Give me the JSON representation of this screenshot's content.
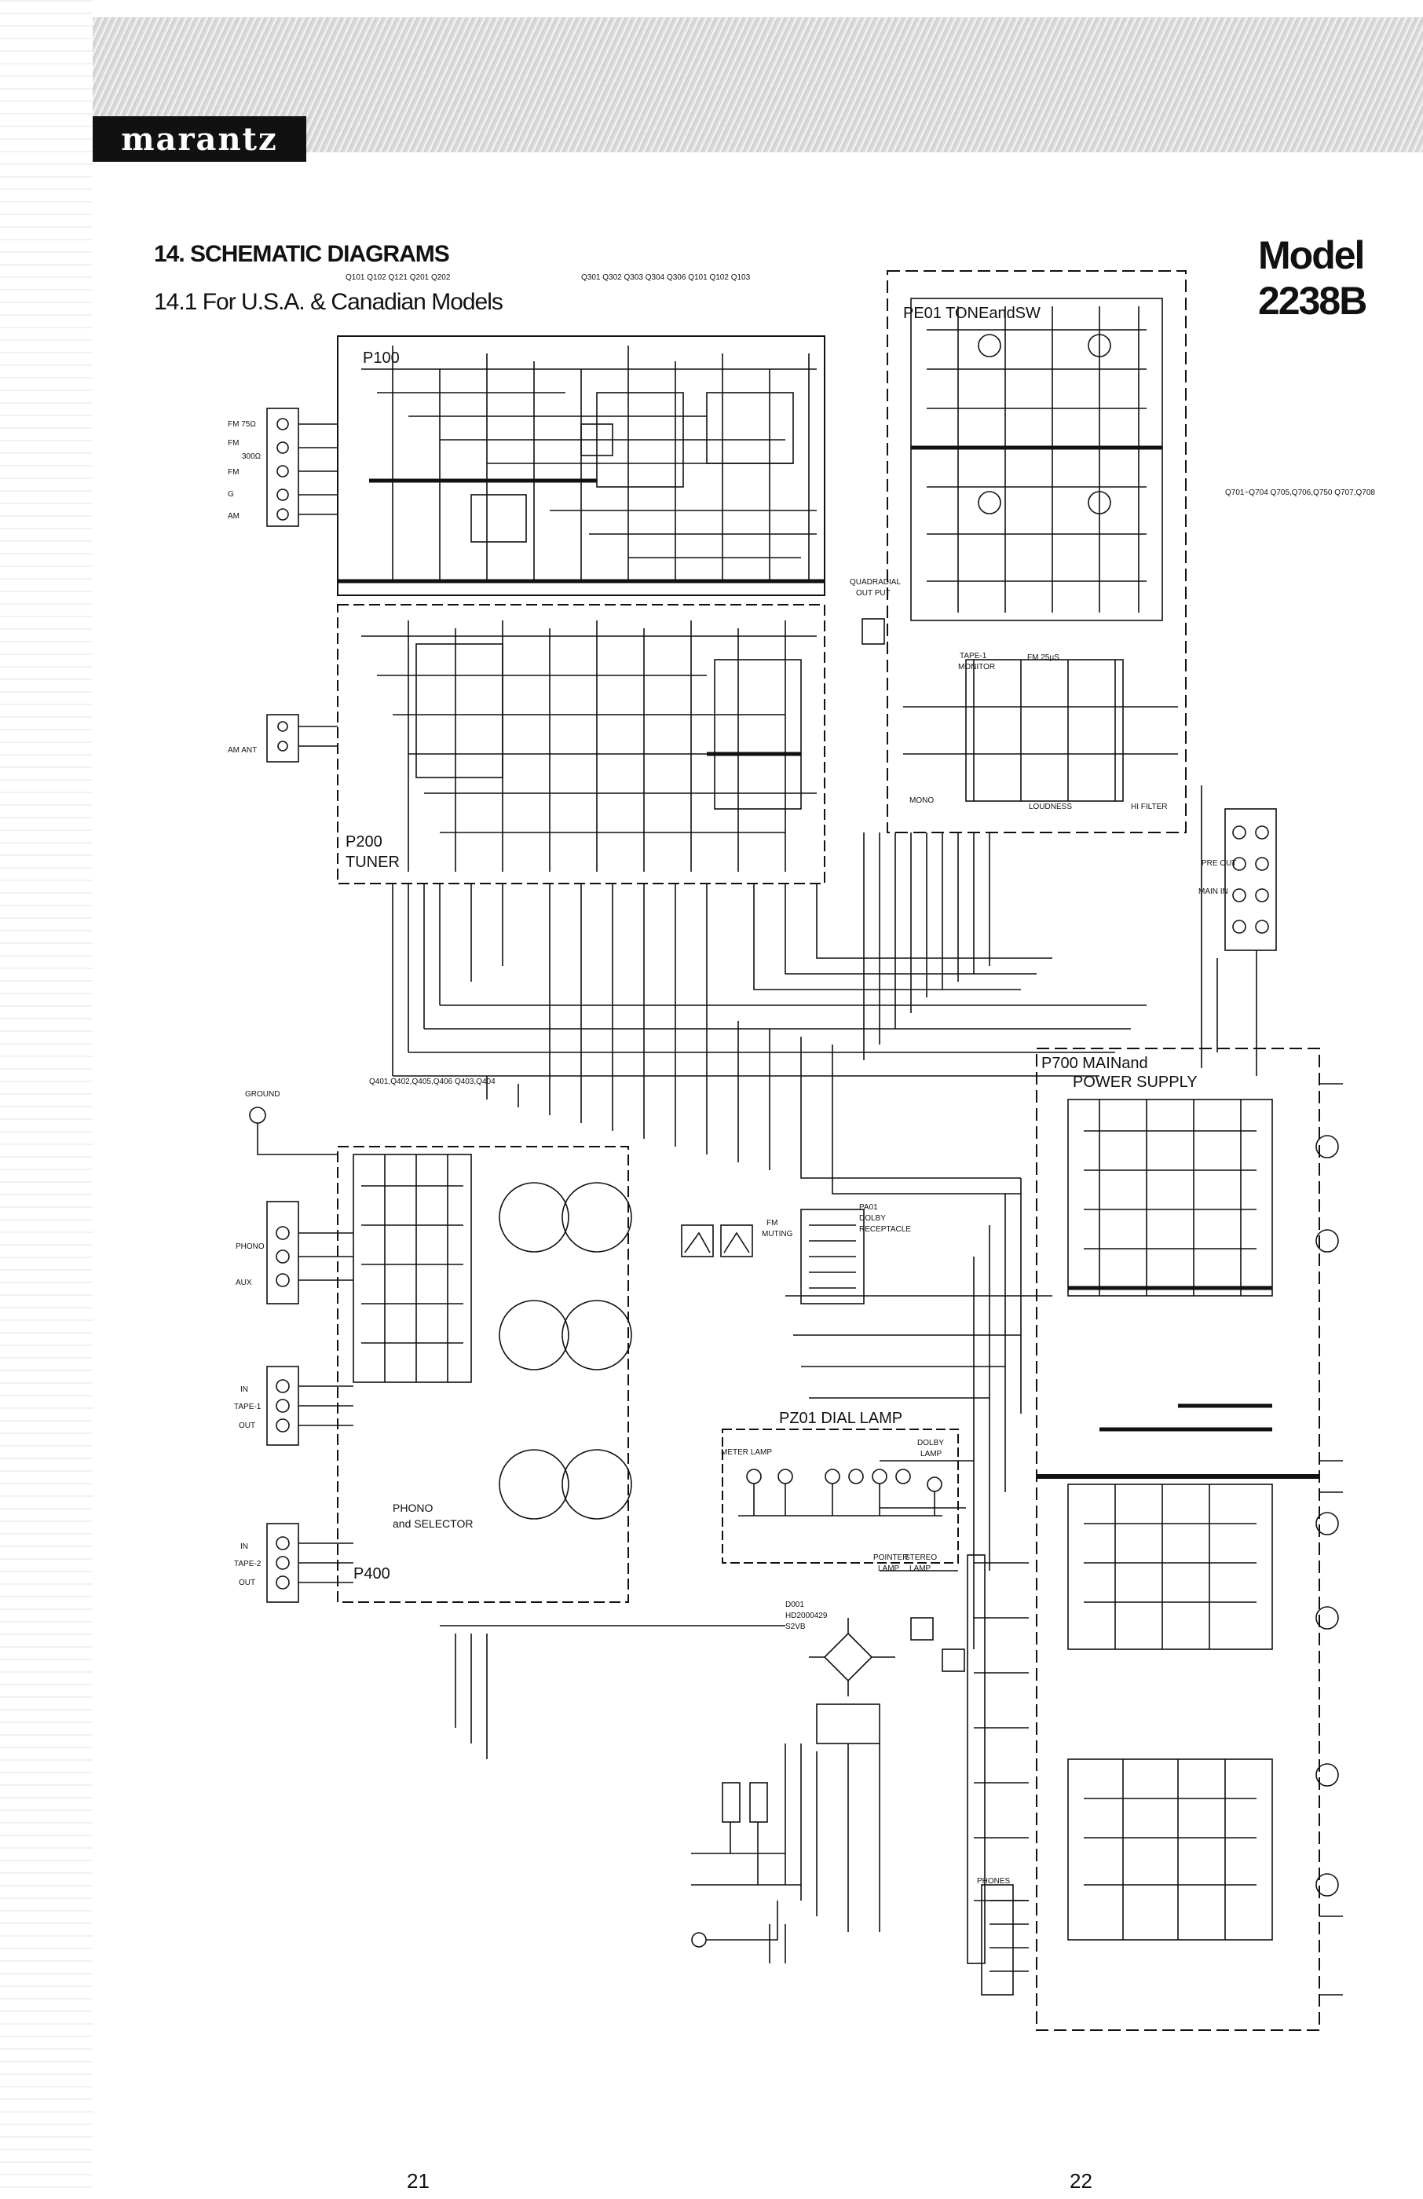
{
  "brand": {
    "name": "marantz"
  },
  "header": {
    "section_title": "14. SCHEMATIC DIAGRAMS",
    "section_subtitle": "14.1 For U.S.A. & Canadian Models",
    "model": "Model 2238B"
  },
  "boards": {
    "p100": "P100",
    "p200": "P200",
    "p200_sub": "TUNER",
    "pe01": "PE01 TONEandSW",
    "p400": "P400",
    "phono_selector_1": "PHONO",
    "phono_selector_2": "and SELECTOR",
    "p700_1": "P700 MAINand",
    "p700_2": "POWER SUPPLY",
    "pz01": "PZ01 DIAL LAMP"
  },
  "labels": {
    "fm75": "FM 75Ω",
    "fm300_1": "FM",
    "fm300_2": "300Ω",
    "fm_b": "FM",
    "g": "G",
    "am": "AM",
    "am_ant": "AM ANT",
    "quadradial_1": "QUADRADIAL",
    "quadradial_2": "OUT PUT",
    "tape_monitor_1": "TAPE-1",
    "tape_monitor_2": "MONITOR",
    "fm_25": "FM 25μS",
    "mono": "MONO",
    "loudness": "LOUDNESS",
    "hi_filter": "HI FILTER",
    "pre_out": "PRE OUT",
    "main_in": "MAIN IN",
    "ground": "GROUND",
    "phono": "PHONO",
    "aux": "AUX",
    "in1": "IN",
    "tape1": "TAPE-1",
    "out1": "OUT",
    "in2": "IN",
    "tape2": "TAPE-2",
    "out2": "OUT",
    "fm_muting_1": "FM",
    "fm_muting_2": "MUTING",
    "dolby_1": "PA01",
    "dolby_2": "DOLBY",
    "dolby_3": "RECEPTACLE",
    "meter_lamp": "METER LAMP",
    "dolby_lamp_1": "DOLBY",
    "dolby_lamp_2": "LAMP",
    "pointer_lamp_1": "POINTER",
    "pointer_lamp_2": "LAMP",
    "stereo_lamp_1": "STEREO",
    "stereo_lamp_2": "LAMP",
    "phones": "PHONES",
    "d001_1": "D001",
    "d001_2": "HD2000429",
    "d001_2b": "S2VB",
    "tuner_semis_1": "Q101 Q102 Q121 Q201 Q202",
    "tuner_semis_2": "Q301 Q302 Q303 Q304 Q306 Q101 Q102 Q103",
    "pe01_semis": "Q701~Q704  Q705,Q706,Q750  Q707,Q708",
    "p400_semis": "Q401,Q402,Q405,Q406  Q403,Q404"
  },
  "pages": {
    "left": "21",
    "right": "22"
  }
}
